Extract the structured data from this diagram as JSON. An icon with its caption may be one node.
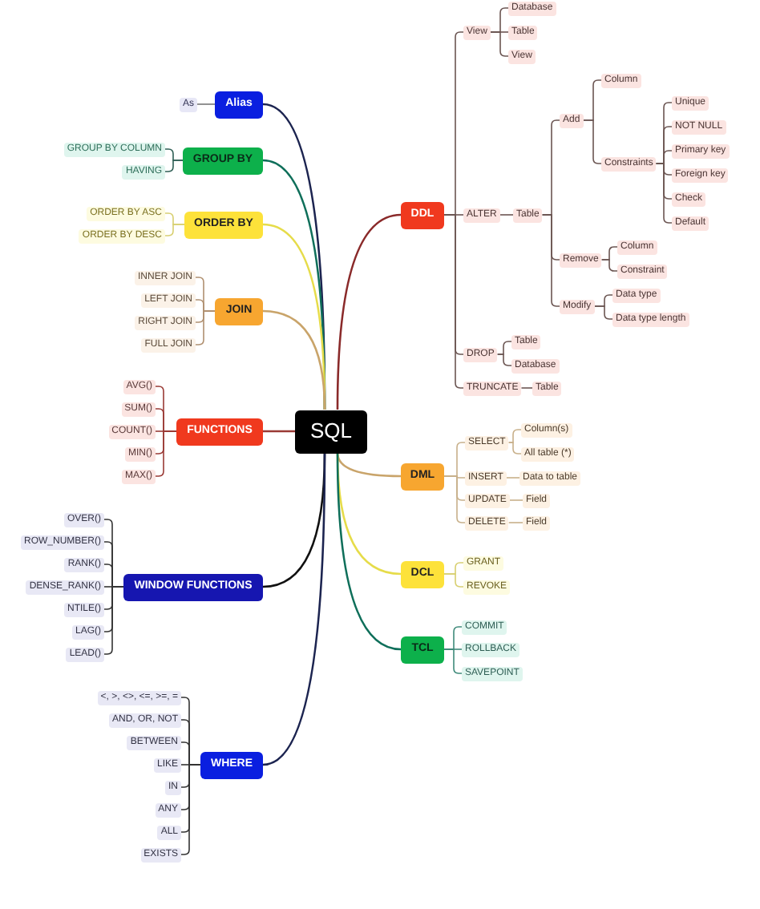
{
  "diagram": {
    "nodes": [
      {
        "text": [
          "SQL"
        ]
      },
      {
        "text": [
          "Alias"
        ]
      },
      {
        "text": [
          "As"
        ]
      },
      {
        "text": [
          "GROUP BY"
        ]
      },
      {
        "text": [
          "GROUP BY COLUMN"
        ]
      },
      {
        "text": [
          "HAVING"
        ]
      },
      {
        "text": [
          "ORDER BY"
        ]
      },
      {
        "text": [
          "ORDER BY ASC"
        ]
      },
      {
        "text": [
          "ORDER BY DESC"
        ]
      },
      {
        "text": [
          "JOIN"
        ]
      },
      {
        "text": [
          "INNER JOIN"
        ]
      },
      {
        "text": [
          "LEFT JOIN"
        ]
      },
      {
        "text": [
          "RIGHT JOIN"
        ]
      },
      {
        "text": [
          "FULL JOIN"
        ]
      },
      {
        "text": [
          "FUNCTIONS"
        ]
      },
      {
        "text": [
          "AVG()"
        ]
      },
      {
        "text": [
          "SUM()"
        ]
      },
      {
        "text": [
          "COUNT()"
        ]
      },
      {
        "text": [
          "MIN()"
        ]
      },
      {
        "text": [
          "MAX()"
        ]
      },
      {
        "text": [
          "WINDOW FUNCTIONS"
        ]
      },
      {
        "text": [
          "OVER()"
        ]
      },
      {
        "text": [
          "ROW_NUMBER()"
        ]
      },
      {
        "text": [
          "RANK()"
        ]
      },
      {
        "text": [
          "DENSE_RANK()"
        ]
      },
      {
        "text": [
          "NTILE()"
        ]
      },
      {
        "text": [
          "LAG()"
        ]
      },
      {
        "text": [
          "LEAD()"
        ]
      },
      {
        "text": [
          "WHERE"
        ]
      },
      {
        "text": [
          "<, >, <>, <=, >=, ="
        ]
      },
      {
        "text": [
          "AND, OR, NOT"
        ]
      },
      {
        "text": [
          "BETWEEN"
        ]
      },
      {
        "text": [
          "LIKE"
        ]
      },
      {
        "text": [
          "IN"
        ]
      },
      {
        "text": [
          "ANY"
        ]
      },
      {
        "text": [
          "ALL"
        ]
      },
      {
        "text": [
          "EXISTS"
        ]
      },
      {
        "text": [
          "DDL"
        ]
      },
      {
        "text": [
          "View"
        ]
      },
      {
        "text": [
          "Database"
        ]
      },
      {
        "text": [
          "Table"
        ]
      },
      {
        "text": [
          "View"
        ]
      },
      {
        "text": [
          "ALTER"
        ]
      },
      {
        "text": [
          "Table"
        ]
      },
      {
        "text": [
          "Add"
        ]
      },
      {
        "text": [
          "Column"
        ]
      },
      {
        "text": [
          "Constraints"
        ]
      },
      {
        "text": [
          "Unique"
        ]
      },
      {
        "text": [
          "NOT NULL"
        ]
      },
      {
        "text": [
          "Primary key"
        ]
      },
      {
        "text": [
          "Foreign key"
        ]
      },
      {
        "text": [
          "Check"
        ]
      },
      {
        "text": [
          "Default"
        ]
      },
      {
        "text": [
          "Remove"
        ]
      },
      {
        "text": [
          "Column"
        ]
      },
      {
        "text": [
          "Constraint"
        ]
      },
      {
        "text": [
          "Modify"
        ]
      },
      {
        "text": [
          "Data type"
        ]
      },
      {
        "text": [
          "Data type length"
        ]
      },
      {
        "text": [
          "DROP"
        ]
      },
      {
        "text": [
          "Table"
        ]
      },
      {
        "text": [
          "Database"
        ]
      },
      {
        "text": [
          "TRUNCATE"
        ]
      },
      {
        "text": [
          "Table"
        ]
      },
      {
        "text": [
          "DML"
        ]
      },
      {
        "text": [
          "SELECT"
        ]
      },
      {
        "text": [
          "Column(s)"
        ]
      },
      {
        "text": [
          "All table (*)"
        ]
      },
      {
        "text": [
          "INSERT"
        ]
      },
      {
        "text": [
          "Data to table"
        ]
      },
      {
        "text": [
          "UPDATE"
        ]
      },
      {
        "text": [
          "Field"
        ]
      },
      {
        "text": [
          "DELETE"
        ]
      },
      {
        "text": [
          "Field"
        ]
      },
      {
        "text": [
          "DCL"
        ]
      },
      {
        "text": [
          "GRANT"
        ]
      },
      {
        "text": [
          "REVOKE"
        ]
      },
      {
        "text": [
          "TCL"
        ]
      },
      {
        "text": [
          "COMMIT"
        ]
      },
      {
        "text": [
          "ROLLBACK"
        ]
      },
      {
        "text": [
          "SAVEPOINT"
        ]
      }
    ],
    "edges": [
      {
        "from": 0,
        "to": 1,
        "arrow": "none",
        "color": "#1c2450"
      },
      {
        "from": 0,
        "to": 3,
        "arrow": "none",
        "color": "#0f6f5a"
      },
      {
        "from": 0,
        "to": 6,
        "arrow": "none",
        "color": "#e6dc4a"
      },
      {
        "from": 0,
        "to": 9,
        "arrow": "none",
        "color": "#c9a46a"
      },
      {
        "from": 0,
        "to": 14,
        "arrow": "none",
        "color": "#9a3a35"
      },
      {
        "from": 0,
        "to": 20,
        "arrow": "none",
        "color": "#111111"
      },
      {
        "from": 0,
        "to": 28,
        "arrow": "none",
        "color": "#1c2450"
      },
      {
        "from": 0,
        "to": 37,
        "arrow": "none",
        "color": "#8a2a2a"
      },
      {
        "from": 0,
        "to": 64,
        "arrow": "none",
        "color": "#c9a46a"
      },
      {
        "from": 0,
        "to": 74,
        "arrow": "none",
        "color": "#e6dc4a"
      },
      {
        "from": 0,
        "to": 77,
        "arrow": "none",
        "color": "#0f6f5a"
      },
      {
        "from": 1,
        "to": 2,
        "arrow": "none",
        "color": "#777777"
      },
      {
        "from": 3,
        "to": 4,
        "arrow": "none",
        "color": "#2f5f55"
      },
      {
        "from": 3,
        "to": 5,
        "arrow": "none",
        "color": "#2f5f55"
      },
      {
        "from": 6,
        "to": 7,
        "arrow": "none",
        "color": "#d8cf70"
      },
      {
        "from": 6,
        "to": 8,
        "arrow": "none",
        "color": "#d8cf70"
      },
      {
        "from": 9,
        "to": 10,
        "arrow": "none",
        "color": "#b09070"
      },
      {
        "from": 9,
        "to": 11,
        "arrow": "none",
        "color": "#b09070"
      },
      {
        "from": 9,
        "to": 12,
        "arrow": "none",
        "color": "#b09070"
      },
      {
        "from": 9,
        "to": 13,
        "arrow": "none",
        "color": "#b09070"
      },
      {
        "from": 14,
        "to": 15,
        "arrow": "none",
        "color": "#9a3a35"
      },
      {
        "from": 14,
        "to": 16,
        "arrow": "none",
        "color": "#9a3a35"
      },
      {
        "from": 14,
        "to": 17,
        "arrow": "none",
        "color": "#9a3a35"
      },
      {
        "from": 14,
        "to": 18,
        "arrow": "none",
        "color": "#9a3a35"
      },
      {
        "from": 14,
        "to": 19,
        "arrow": "none",
        "color": "#9a3a35"
      },
      {
        "from": 20,
        "to": 21,
        "arrow": "none",
        "color": "#333333"
      },
      {
        "from": 20,
        "to": 22,
        "arrow": "none",
        "color": "#333333"
      },
      {
        "from": 20,
        "to": 23,
        "arrow": "none",
        "color": "#333333"
      },
      {
        "from": 20,
        "to": 24,
        "arrow": "none",
        "color": "#333333"
      },
      {
        "from": 20,
        "to": 25,
        "arrow": "none",
        "color": "#333333"
      },
      {
        "from": 20,
        "to": 26,
        "arrow": "none",
        "color": "#333333"
      },
      {
        "from": 20,
        "to": 27,
        "arrow": "none",
        "color": "#333333"
      },
      {
        "from": 28,
        "to": 29,
        "arrow": "none",
        "color": "#333333"
      },
      {
        "from": 28,
        "to": 30,
        "arrow": "none",
        "color": "#333333"
      },
      {
        "from": 28,
        "to": 31,
        "arrow": "none",
        "color": "#333333"
      },
      {
        "from": 28,
        "to": 32,
        "arrow": "none",
        "color": "#333333"
      },
      {
        "from": 28,
        "to": 33,
        "arrow": "none",
        "color": "#333333"
      },
      {
        "from": 28,
        "to": 34,
        "arrow": "none",
        "color": "#333333"
      },
      {
        "from": 28,
        "to": 35,
        "arrow": "none",
        "color": "#333333"
      },
      {
        "from": 28,
        "to": 36,
        "arrow": "none",
        "color": "#333333"
      },
      {
        "from": 37,
        "to": 38,
        "arrow": "none"
      },
      {
        "from": 38,
        "to": 39,
        "arrow": "none"
      },
      {
        "from": 38,
        "to": 40,
        "arrow": "none"
      },
      {
        "from": 38,
        "to": 41,
        "arrow": "none"
      },
      {
        "from": 37,
        "to": 42,
        "arrow": "none"
      },
      {
        "from": 42,
        "to": 43,
        "arrow": "none"
      },
      {
        "from": 43,
        "to": 44,
        "arrow": "none"
      },
      {
        "from": 44,
        "to": 45,
        "arrow": "none"
      },
      {
        "from": 44,
        "to": 46,
        "arrow": "none"
      },
      {
        "from": 46,
        "to": 47,
        "arrow": "none"
      },
      {
        "from": 46,
        "to": 48,
        "arrow": "none"
      },
      {
        "from": 46,
        "to": 49,
        "arrow": "none"
      },
      {
        "from": 46,
        "to": 50,
        "arrow": "none"
      },
      {
        "from": 46,
        "to": 51,
        "arrow": "none"
      },
      {
        "from": 46,
        "to": 52,
        "arrow": "none"
      },
      {
        "from": 43,
        "to": 53,
        "arrow": "none"
      },
      {
        "from": 53,
        "to": 54,
        "arrow": "none"
      },
      {
        "from": 53,
        "to": 55,
        "arrow": "none"
      },
      {
        "from": 43,
        "to": 56,
        "arrow": "none"
      },
      {
        "from": 56,
        "to": 57,
        "arrow": "none"
      },
      {
        "from": 56,
        "to": 58,
        "arrow": "none"
      },
      {
        "from": 37,
        "to": 59,
        "arrow": "none"
      },
      {
        "from": 59,
        "to": 60,
        "arrow": "none"
      },
      {
        "from": 59,
        "to": 61,
        "arrow": "none"
      },
      {
        "from": 37,
        "to": 62,
        "arrow": "none"
      },
      {
        "from": 62,
        "to": 63,
        "arrow": "none"
      },
      {
        "from": 64,
        "to": 65,
        "arrow": "none",
        "color": "#c8b08a"
      },
      {
        "from": 65,
        "to": 66,
        "arrow": "none",
        "color": "#c8b08a"
      },
      {
        "from": 65,
        "to": 67,
        "arrow": "none",
        "color": "#c8b08a"
      },
      {
        "from": 64,
        "to": 68,
        "arrow": "none",
        "color": "#c8b08a"
      },
      {
        "from": 68,
        "to": 69,
        "arrow": "none",
        "color": "#c8b08a"
      },
      {
        "from": 64,
        "to": 70,
        "arrow": "none",
        "color": "#c8b08a"
      },
      {
        "from": 70,
        "to": 71,
        "arrow": "none",
        "color": "#c8b08a"
      },
      {
        "from": 64,
        "to": 72,
        "arrow": "none",
        "color": "#c8b08a"
      },
      {
        "from": 72,
        "to": 73,
        "arrow": "none",
        "color": "#c8b08a"
      },
      {
        "from": 74,
        "to": 75,
        "arrow": "none",
        "color": "#d8cf70"
      },
      {
        "from": 74,
        "to": 76,
        "arrow": "none",
        "color": "#d8cf70"
      },
      {
        "from": 77,
        "to": 78,
        "arrow": "none",
        "color": "#3f8a7a"
      },
      {
        "from": 77,
        "to": 79,
        "arrow": "none",
        "color": "#3f8a7a"
      },
      {
        "from": 77,
        "to": 80,
        "arrow": "none",
        "color": "#3f8a7a"
      }
    ]
  }
}
